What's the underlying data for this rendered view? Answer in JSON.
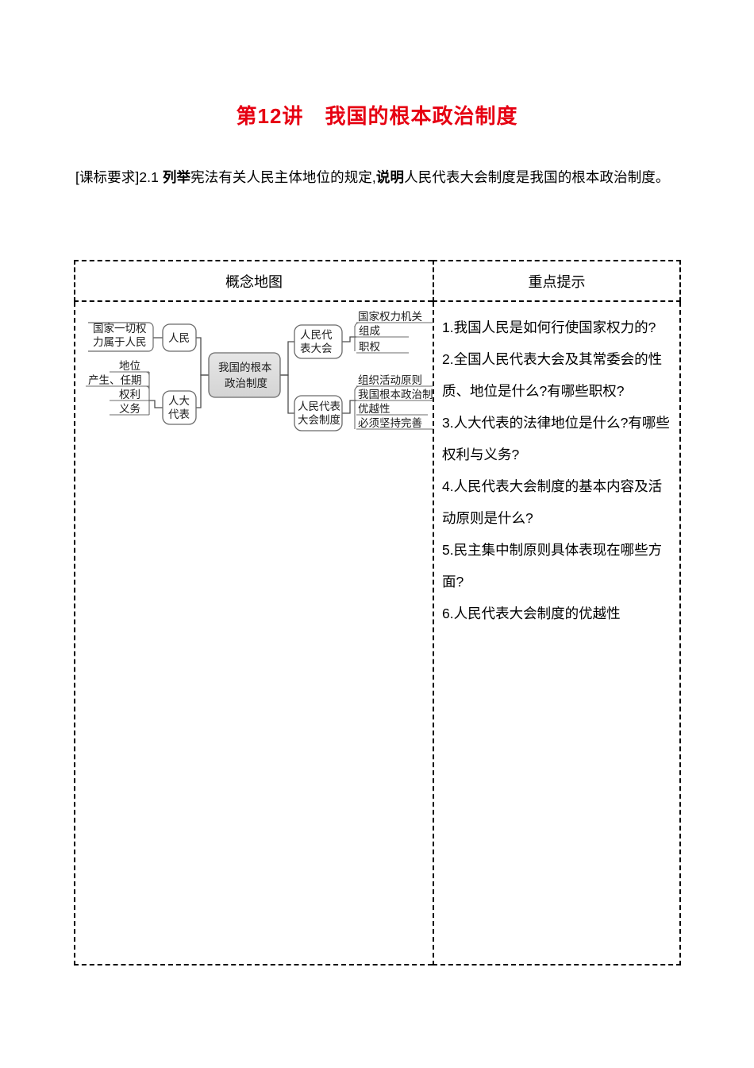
{
  "page": {
    "title": "第12讲　我国的根本政治制度",
    "title_color": "#e60012"
  },
  "requirement": {
    "prefix": "[课标要求]2.1 ",
    "bold1": "列举",
    "mid1": "宪法有关人民主体地位的规定,",
    "bold2": "说明",
    "mid2": "人民代表大会制度是我国的根本政治制度。"
  },
  "table": {
    "headers": {
      "left": "概念地图",
      "right": "重点提示"
    }
  },
  "concept_map": {
    "center": "我国的根本\n政治制度",
    "center_line1": "我国的根本",
    "center_line2": "政治制度",
    "left_branches": [
      {
        "node_line1": "人民",
        "node_line2": "",
        "leaves": [
          "国家一切权",
          "力属于人民"
        ]
      },
      {
        "node_line1": "人大",
        "node_line2": "代表",
        "leaves": [
          "地位",
          "产生、任期",
          "权利",
          "义务"
        ]
      }
    ],
    "right_branches": [
      {
        "node_line1": "人民代",
        "node_line2": "表大会",
        "leaves": [
          "国家权力机关",
          "组成",
          "职权"
        ]
      },
      {
        "node_line1": "人民代表",
        "node_line2": "大会制度",
        "leaves": [
          "组织活动原则",
          "我国根本政治制",
          "优越性",
          "必须坚持完善"
        ]
      }
    ],
    "center_fill": "#dcdcdc",
    "node_stroke": "#555555"
  },
  "tips": {
    "items": [
      "1.我国人民是如何行使国家权力的?",
      "2.全国人民代表大会及其常委会的性质、地位是什么?有哪些职权?",
      "3.人大代表的法律地位是什么?有哪些权利与义务?",
      "4.人民代表大会制度的基本内容及活动原则是什么?",
      "5.民主集中制原则具体表现在哪些方面?",
      "6.人民代表大会制度的优越性"
    ]
  }
}
